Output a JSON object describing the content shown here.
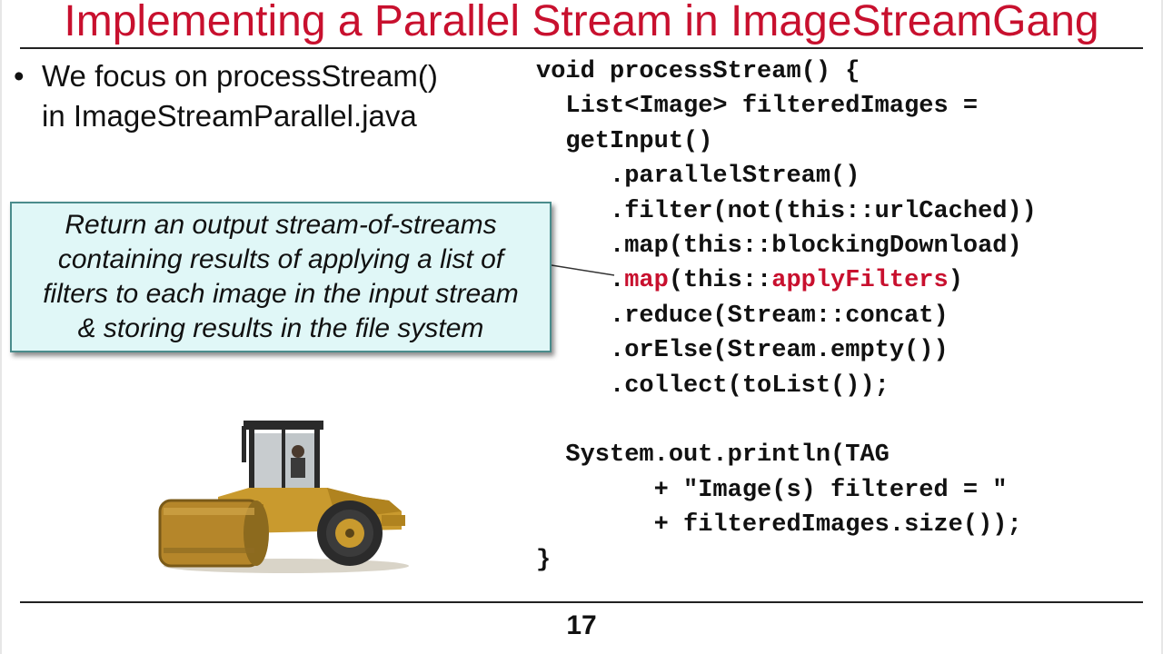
{
  "slide": {
    "title": "Implementing a Parallel Stream in ImageStreamGang",
    "bullet": {
      "marker": "•",
      "line1": "We focus on processStream()",
      "line2": "in ImageStreamParallel.java"
    },
    "callout": {
      "line1": "Return an output stream-of-streams",
      "line2": "containing results of applying a list of",
      "line3": "filters to each image in the input stream",
      "line4": "& storing results in the file system"
    },
    "code": {
      "l1": "void processStream() {",
      "l2": "  List<Image> filteredImages =",
      "l3": "  getInput()",
      "l4": "     .parallelStream()",
      "l5": "     .filter(not(this::urlCached))",
      "l6": "     .map(this::blockingDownload)",
      "l7_prefix": "     .",
      "l7_map": "map",
      "l7_mid": "(this::",
      "l7_fn": "applyFilters",
      "l7_end": ")",
      "l8": "     .reduce(Stream::concat)",
      "l9": "     .orElse(Stream.empty())",
      "l10": "     .collect(toList());",
      "l11": "",
      "l12": "  System.out.println(TAG",
      "l13": "        + \"Image(s) filtered = \"",
      "l14": "        + filteredImages.size());",
      "l15": "}"
    },
    "image": {
      "icon": "steamroller-icon"
    },
    "page_number": "17",
    "colors": {
      "accent": "#c8102e",
      "callout_bg": "#e0f7f7",
      "callout_border": "#4a8c8c"
    }
  }
}
